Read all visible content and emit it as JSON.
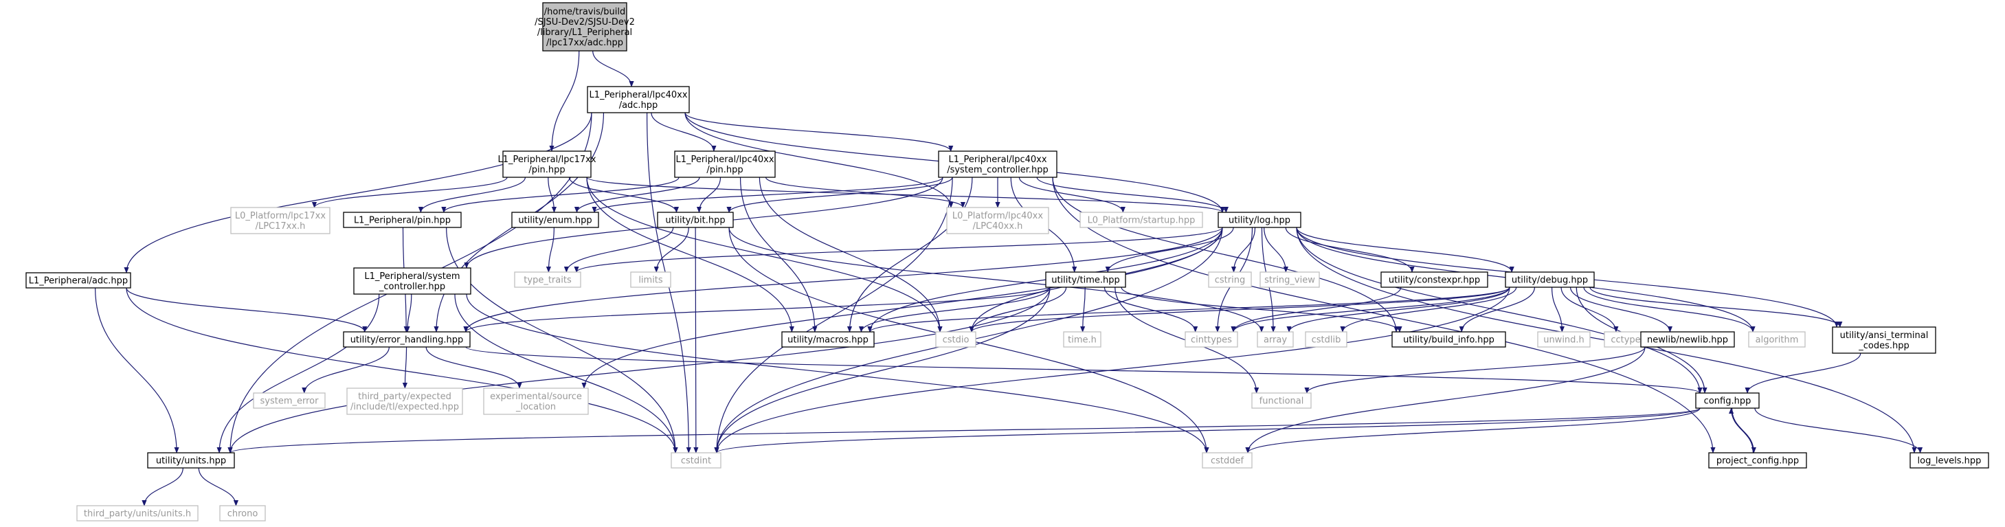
{
  "nodes": [
    {
      "id": "root",
      "style": "root",
      "lines": [
        "/home/travis/build",
        "/SJSU-Dev2/SJSU-Dev2",
        "/library/L1_Peripheral",
        "/lpc17xx/adc.hpp"
      ]
    },
    {
      "id": "lpc40adc",
      "style": "solid",
      "lines": [
        "L1_Peripheral/lpc40xx",
        "/adc.hpp"
      ]
    },
    {
      "id": "lpc17pin",
      "style": "solid",
      "lines": [
        "L1_Peripheral/lpc17xx",
        "/pin.hpp"
      ]
    },
    {
      "id": "lpc40pin",
      "style": "solid",
      "lines": [
        "L1_Peripheral/lpc40xx",
        "/pin.hpp"
      ]
    },
    {
      "id": "syscon40",
      "style": "solid",
      "lines": [
        "L1_Peripheral/lpc40xx",
        "/system_controller.hpp"
      ]
    },
    {
      "id": "lpc17h",
      "style": "ext",
      "lines": [
        "L0_Platform/lpc17xx",
        "/LPC17xx.h"
      ]
    },
    {
      "id": "pinhpp",
      "style": "solid",
      "lines": [
        "L1_Peripheral/pin.hpp"
      ]
    },
    {
      "id": "enum",
      "style": "solid",
      "lines": [
        "utility/enum.hpp"
      ]
    },
    {
      "id": "bit",
      "style": "solid",
      "lines": [
        "utility/bit.hpp"
      ]
    },
    {
      "id": "lpc40h",
      "style": "ext",
      "lines": [
        "L0_Platform/lpc40xx",
        "/LPC40xx.h"
      ]
    },
    {
      "id": "startup",
      "style": "ext",
      "lines": [
        "L0_Platform/startup.hpp"
      ]
    },
    {
      "id": "log",
      "style": "solid",
      "lines": [
        "utility/log.hpp"
      ]
    },
    {
      "id": "adc",
      "style": "solid",
      "lines": [
        "L1_Peripheral/adc.hpp"
      ]
    },
    {
      "id": "syscon",
      "style": "solid",
      "lines": [
        "L1_Peripheral/system",
        "_controller.hpp"
      ]
    },
    {
      "id": "typetraits",
      "style": "ext",
      "lines": [
        "type_traits"
      ]
    },
    {
      "id": "limits",
      "style": "ext",
      "lines": [
        "limits"
      ]
    },
    {
      "id": "cstring",
      "style": "ext",
      "lines": [
        "cstring"
      ]
    },
    {
      "id": "stringview",
      "style": "ext",
      "lines": [
        "string_view"
      ]
    },
    {
      "id": "constexpr",
      "style": "solid",
      "lines": [
        "utility/constexpr.hpp"
      ]
    },
    {
      "id": "debug",
      "style": "solid",
      "lines": [
        "utility/debug.hpp"
      ]
    },
    {
      "id": "time",
      "style": "solid",
      "lines": [
        "utility/time.hpp"
      ]
    },
    {
      "id": "errh",
      "style": "solid",
      "lines": [
        "utility/error_handling.hpp"
      ]
    },
    {
      "id": "macros",
      "style": "solid",
      "lines": [
        "utility/macros.hpp"
      ]
    },
    {
      "id": "cstdio",
      "style": "ext",
      "lines": [
        "cstdio"
      ]
    },
    {
      "id": "timeh",
      "style": "ext",
      "lines": [
        "time.h"
      ]
    },
    {
      "id": "cinttypes",
      "style": "ext",
      "lines": [
        "cinttypes"
      ]
    },
    {
      "id": "array",
      "style": "ext",
      "lines": [
        "array"
      ]
    },
    {
      "id": "cstdlib",
      "style": "ext",
      "lines": [
        "cstdlib"
      ]
    },
    {
      "id": "buildinfo",
      "style": "solid",
      "lines": [
        "utility/build_info.hpp"
      ]
    },
    {
      "id": "unwind",
      "style": "ext",
      "lines": [
        "unwind.h"
      ]
    },
    {
      "id": "cctype",
      "style": "ext",
      "lines": [
        "cctype"
      ]
    },
    {
      "id": "newlib",
      "style": "solid",
      "lines": [
        "newlib/newlib.hpp"
      ]
    },
    {
      "id": "algorithm",
      "style": "ext",
      "lines": [
        "algorithm"
      ]
    },
    {
      "id": "ansi",
      "style": "solid",
      "lines": [
        "utility/ansi_terminal",
        "_codes.hpp"
      ]
    },
    {
      "id": "syserr",
      "style": "ext",
      "lines": [
        "system_error"
      ]
    },
    {
      "id": "expected",
      "style": "ext",
      "lines": [
        "third_party/expected",
        "/include/tl/expected.hpp"
      ]
    },
    {
      "id": "srcloc",
      "style": "ext",
      "lines": [
        "experimental/source",
        "_location"
      ]
    },
    {
      "id": "functional",
      "style": "ext",
      "lines": [
        "functional"
      ]
    },
    {
      "id": "config",
      "style": "solid",
      "lines": [
        "config.hpp"
      ]
    },
    {
      "id": "units",
      "style": "solid",
      "lines": [
        "utility/units.hpp"
      ]
    },
    {
      "id": "cstdint",
      "style": "ext",
      "lines": [
        "cstdint"
      ]
    },
    {
      "id": "cstddef",
      "style": "ext",
      "lines": [
        "cstddef"
      ]
    },
    {
      "id": "projconfig",
      "style": "solid",
      "lines": [
        "project_config.hpp"
      ]
    },
    {
      "id": "loglevels",
      "style": "solid",
      "lines": [
        "log_levels.hpp"
      ]
    },
    {
      "id": "unitsh",
      "style": "ext",
      "lines": [
        "third_party/units/units.h"
      ]
    },
    {
      "id": "chrono",
      "style": "ext",
      "lines": [
        "chrono"
      ]
    }
  ],
  "edges": [
    [
      "root",
      "lpc40adc"
    ],
    [
      "root",
      "lpc17pin"
    ],
    [
      "lpc40adc",
      "lpc40pin"
    ],
    [
      "lpc40adc",
      "syscon40"
    ],
    [
      "lpc40adc",
      "lpc40h"
    ],
    [
      "lpc40adc",
      "log"
    ],
    [
      "lpc40adc",
      "adc"
    ],
    [
      "lpc40adc",
      "units"
    ],
    [
      "lpc40adc",
      "cstdint"
    ],
    [
      "lpc40adc",
      "errh"
    ],
    [
      "lpc17pin",
      "lpc17h"
    ],
    [
      "lpc17pin",
      "pinhpp"
    ],
    [
      "lpc17pin",
      "enum"
    ],
    [
      "lpc17pin",
      "bit"
    ],
    [
      "lpc17pin",
      "macros"
    ],
    [
      "lpc17pin",
      "log"
    ],
    [
      "lpc17pin",
      "cstdio"
    ],
    [
      "lpc40pin",
      "pinhpp"
    ],
    [
      "lpc40pin",
      "enum"
    ],
    [
      "lpc40pin",
      "bit"
    ],
    [
      "lpc40pin",
      "lpc40h"
    ],
    [
      "lpc40pin",
      "macros"
    ],
    [
      "lpc40pin",
      "cstdio"
    ],
    [
      "syscon40",
      "enum"
    ],
    [
      "syscon40",
      "bit"
    ],
    [
      "syscon40",
      "lpc40h"
    ],
    [
      "syscon40",
      "startup"
    ],
    [
      "syscon40",
      "log"
    ],
    [
      "syscon40",
      "syscon"
    ],
    [
      "syscon40",
      "time"
    ],
    [
      "syscon40",
      "macros"
    ],
    [
      "syscon40",
      "cstdint"
    ],
    [
      "syscon40",
      "buildinfo"
    ],
    [
      "syscon40",
      "projconfig"
    ],
    [
      "pinhpp",
      "errh"
    ],
    [
      "pinhpp",
      "cstdint"
    ],
    [
      "enum",
      "typetraits"
    ],
    [
      "bit",
      "typetraits"
    ],
    [
      "bit",
      "limits"
    ],
    [
      "bit",
      "cstdint"
    ],
    [
      "bit",
      "cstddef"
    ],
    [
      "bit",
      "array"
    ],
    [
      "adc",
      "errh"
    ],
    [
      "adc",
      "units"
    ],
    [
      "adc",
      "cstdint"
    ],
    [
      "syscon",
      "errh"
    ],
    [
      "syscon",
      "units"
    ],
    [
      "syscon",
      "cstdint"
    ],
    [
      "syscon",
      "cstddef"
    ],
    [
      "log",
      "typetraits"
    ],
    [
      "log",
      "cstring"
    ],
    [
      "log",
      "stringview"
    ],
    [
      "log",
      "constexpr"
    ],
    [
      "log",
      "debug"
    ],
    [
      "log",
      "time"
    ],
    [
      "log",
      "errh"
    ],
    [
      "log",
      "macros"
    ],
    [
      "log",
      "cstdio"
    ],
    [
      "log",
      "cinttypes"
    ],
    [
      "log",
      "array"
    ],
    [
      "log",
      "algorithm"
    ],
    [
      "log",
      "ansi"
    ],
    [
      "log",
      "config"
    ],
    [
      "log",
      "loglevels"
    ],
    [
      "log",
      "srcloc"
    ],
    [
      "log",
      "cstdint"
    ],
    [
      "constexpr",
      "cinttypes"
    ],
    [
      "debug",
      "macros"
    ],
    [
      "debug",
      "cstdio"
    ],
    [
      "debug",
      "cinttypes"
    ],
    [
      "debug",
      "array"
    ],
    [
      "debug",
      "cstdlib"
    ],
    [
      "debug",
      "buildinfo"
    ],
    [
      "debug",
      "unwind"
    ],
    [
      "debug",
      "cctype"
    ],
    [
      "debug",
      "newlib"
    ],
    [
      "debug",
      "algorithm"
    ],
    [
      "debug",
      "ansi"
    ],
    [
      "debug",
      "config"
    ],
    [
      "debug",
      "cstdint"
    ],
    [
      "time",
      "errh"
    ],
    [
      "time",
      "macros"
    ],
    [
      "time",
      "cstdio"
    ],
    [
      "time",
      "timeh"
    ],
    [
      "time",
      "cinttypes"
    ],
    [
      "time",
      "functional"
    ],
    [
      "time",
      "buildinfo"
    ],
    [
      "time",
      "units"
    ],
    [
      "time",
      "cstdint"
    ],
    [
      "errh",
      "syserr"
    ],
    [
      "errh",
      "expected"
    ],
    [
      "errh",
      "srcloc"
    ],
    [
      "errh",
      "config"
    ],
    [
      "newlib",
      "functional"
    ],
    [
      "newlib",
      "cstddef"
    ],
    [
      "ansi",
      "config"
    ],
    [
      "config",
      "units"
    ],
    [
      "config",
      "cstdint"
    ],
    [
      "config",
      "cstddef"
    ],
    [
      "config",
      "projconfig"
    ],
    [
      "config",
      "loglevels"
    ],
    [
      "projconfig",
      "config"
    ],
    [
      "units",
      "unitsh"
    ],
    [
      "units",
      "chrono"
    ]
  ]
}
